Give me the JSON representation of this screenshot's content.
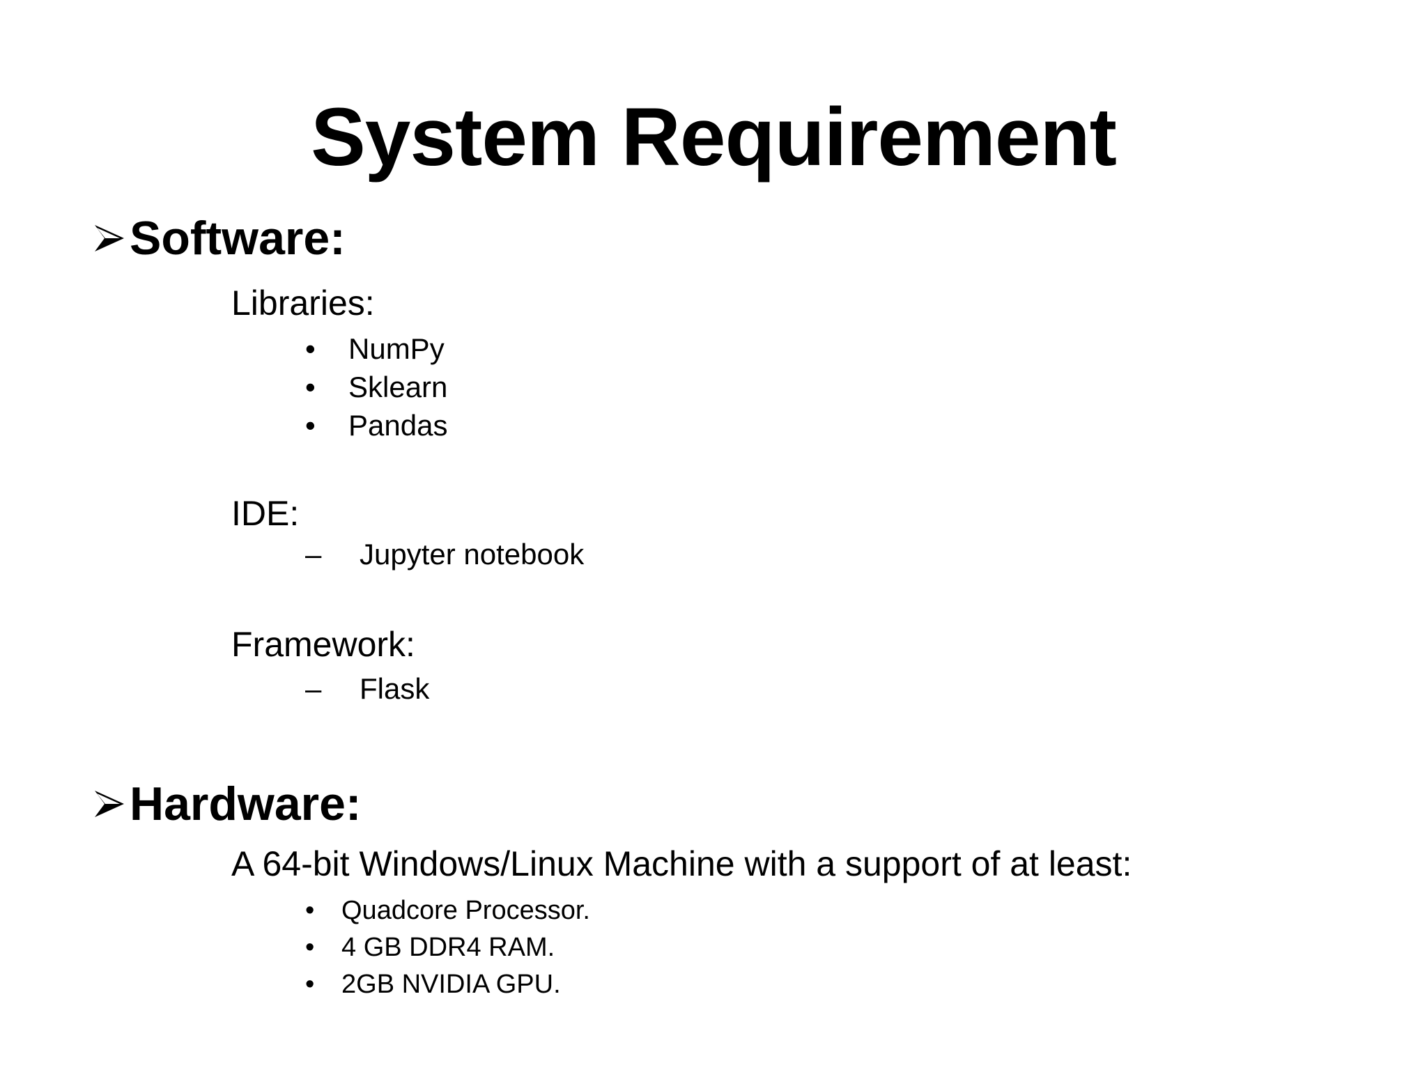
{
  "title": "System Requirement",
  "software": {
    "heading": "Software:",
    "libraries": {
      "label": "Libraries:",
      "items": [
        "NumPy",
        "Sklearn",
        "Pandas"
      ]
    },
    "ide": {
      "label": "IDE:",
      "items": [
        "Jupyter notebook"
      ]
    },
    "framework": {
      "label": "Framework:",
      "items": [
        "Flask"
      ]
    }
  },
  "hardware": {
    "heading": "Hardware:",
    "intro": "A 64-bit Windows/Linux Machine with a support of at least:",
    "items": [
      "Quadcore Processor.",
      "4 GB DDR4 RAM.",
      "2GB NVIDIA GPU."
    ]
  },
  "markers": {
    "bullet": "•",
    "dash": "–"
  },
  "icons": {
    "section_bullet": "arrowhead-bullet-icon"
  }
}
